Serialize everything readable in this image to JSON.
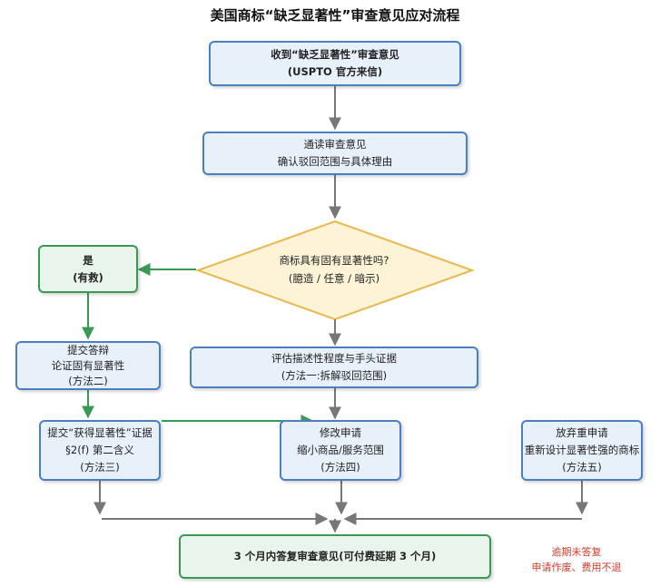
{
  "title": "美国商标“缺乏显著性”审查意见应对流程",
  "nodes": {
    "receive": {
      "line1": "收到“缺乏显著性”审查意见",
      "line2": "(USPTO 官方来信)"
    },
    "read": {
      "line1": "通读审查意见",
      "line2": "确认驳回范围与具体理由"
    },
    "decision": {
      "line1": "商标具有固有显著性吗?",
      "line2": "(臆造 / 任意 / 暗示)"
    },
    "yes": {
      "line1": "是",
      "line2": "(有救)"
    },
    "method2": {
      "line1": "提交答辩",
      "line2": "论证固有显著性",
      "line3": "(方法二)"
    },
    "evaluate": {
      "line1": "评估描述性程度与手头证据",
      "line2": "(方法一:拆解驳回范围)"
    },
    "method3": {
      "line1": "提交“获得显著性”证据",
      "line2": "§2(f) 第二含义",
      "line3": "(方法三)"
    },
    "method4": {
      "line1": "修改申请",
      "line2": "缩小商品/服务范围",
      "line3": "(方法四)"
    },
    "method5": {
      "line1": "放弃重申请",
      "line2": "重新设计显著性强的商标",
      "line3": "(方法五)"
    },
    "respond": {
      "line1": "3 个月内答复审查意见(可付费延期 3 个月)"
    }
  },
  "note": {
    "line1": "逾期未答复",
    "line2": "申请作废、费用不退"
  },
  "colors": {
    "blue_border": "#4a7fc1",
    "green_border": "#3a9a55",
    "diamond_fill": "#fdf3d6",
    "diamond_border": "#e8b84a",
    "arrow_gray": "#777777",
    "arrow_green": "#3a9a55",
    "note_red": "#d23a2a"
  }
}
